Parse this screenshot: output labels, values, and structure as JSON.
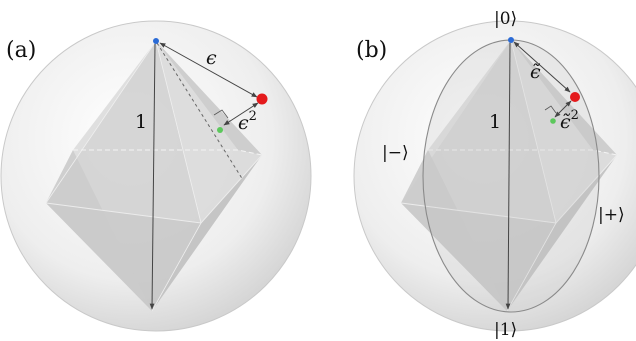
{
  "panels": [
    {
      "label": "(a)",
      "distance_top_label": "ϵ",
      "distance_small_label": "ϵ",
      "distance_small_exponent": "2",
      "axis_label": "1"
    },
    {
      "label": "(b)",
      "distance_top_label": "ϵ̃",
      "distance_small_label": "ϵ̃",
      "distance_small_exponent": "2",
      "axis_label": "1",
      "kets": {
        "top": "|0⟩",
        "bottom": "|1⟩",
        "left": "|−⟩",
        "right": "|+⟩"
      }
    }
  ],
  "colors": {
    "north_pole_point": "#2b6bd6",
    "target_point": "#e41a1c",
    "projected_point": "#5cc85c",
    "arrow": "#444444"
  }
}
